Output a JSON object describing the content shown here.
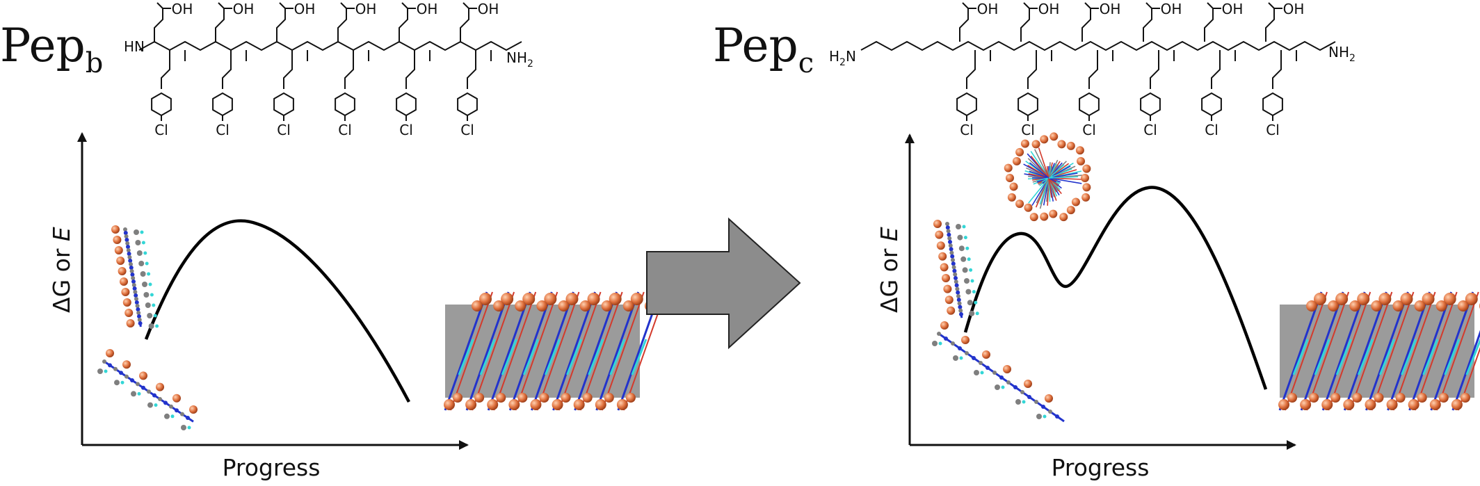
{
  "panels": [
    {
      "name_main": "Pep",
      "name_sub": "b",
      "chem": {
        "acid": "OH",
        "n_terminus": "HN",
        "c_terminus": "NH",
        "c_terminus_sub": "2",
        "halogen": "Cl",
        "units": 6
      },
      "axes": {
        "y_label_delta": "ΔG",
        "y_label_or": " or ",
        "y_label_e": "E",
        "x_label": "Progress"
      },
      "energy_profile": {
        "type": "single-barrier",
        "description_points": [
          [
            0,
            0.2
          ],
          [
            0.35,
            0.9
          ],
          [
            1,
            0.0
          ]
        ]
      }
    },
    {
      "name_main": "Pep",
      "name_sub": "c",
      "chem": {
        "acid": "OH",
        "n_terminus": "H",
        "n_terminus_sub": "2",
        "n_terminus_tail": "N",
        "c_terminus": "NH",
        "c_terminus_sub": "2",
        "halogen": "Cl",
        "units": 6
      },
      "axes": {
        "y_label_delta": "ΔG",
        "y_label_or": " or ",
        "y_label_e": "E",
        "x_label": "Progress"
      },
      "energy_profile": {
        "type": "double-barrier",
        "description_points": [
          [
            0,
            0.25
          ],
          [
            0.18,
            0.75
          ],
          [
            0.3,
            0.55
          ],
          [
            0.6,
            1.0
          ],
          [
            1,
            0.0
          ]
        ]
      }
    }
  ],
  "colors": {
    "arrow_fill": "#8c8c8c",
    "curve": "#000000",
    "oxygen": "#e0723f",
    "nitrogen": "#2233cc",
    "carbon": "#7f7f7f",
    "chlorine": "#33d6d6",
    "red_atom": "#d33a2c"
  }
}
